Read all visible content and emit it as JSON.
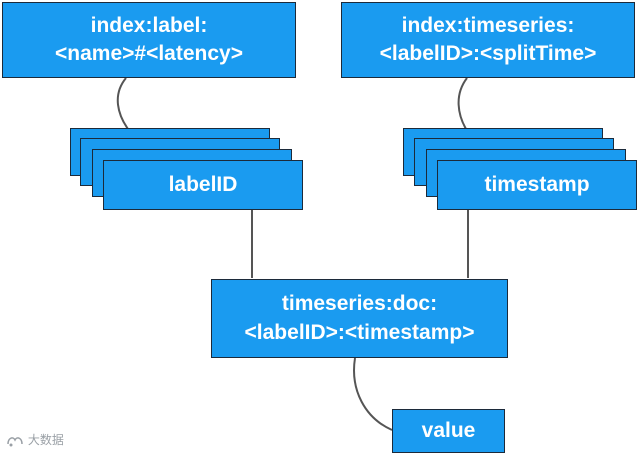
{
  "diagram": {
    "label_index": {
      "line1": "index:label:",
      "line2": "<name>#<latency>"
    },
    "timeseries_index": {
      "line1": "index:timeseries:",
      "line2": "<labelID>:<splitTime>"
    },
    "label_id_stack": {
      "label": "labelID"
    },
    "timestamp_stack": {
      "label": "timestamp"
    },
    "timeseries_doc": {
      "line1": "timeseries:doc:",
      "line2": "<labelID>:<timestamp>"
    },
    "value_node": {
      "label": "value"
    }
  },
  "watermark": {
    "text": "大数据"
  },
  "colors": {
    "box_fill": "#1a9bf0",
    "box_border": "#1c2a3a",
    "connector": "#555555",
    "text": "#ffffff"
  }
}
